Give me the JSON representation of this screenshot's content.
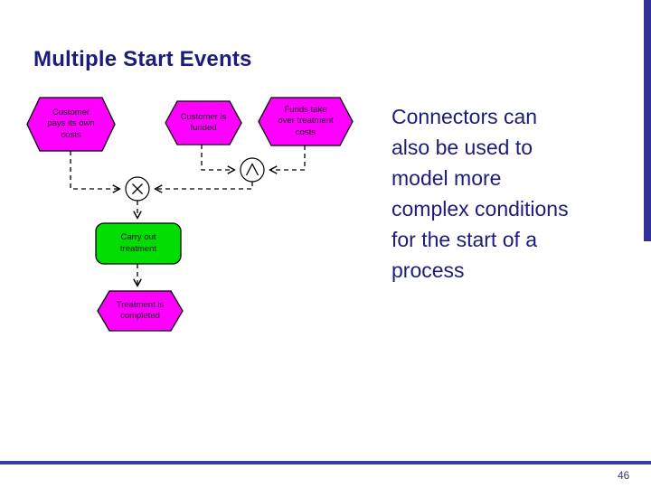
{
  "slide": {
    "title": "Multiple Start Events",
    "body_text": "Connectors can\nalso be used to\nmodel more\ncomplex conditions\nfor the start of a\nprocess",
    "page_number": "46"
  },
  "diagram": {
    "events": [
      {
        "id": "event-customer-pays",
        "label": "Customer\npays its own\ncosts"
      },
      {
        "id": "event-customer-funded",
        "label": "Customer is\nfunded"
      },
      {
        "id": "event-funds-take-over",
        "label": "Funds take\nover treatment\ncosts"
      },
      {
        "id": "event-treatment-completed",
        "label": "Treatment is\ncompleted"
      }
    ],
    "function": {
      "id": "function-carry-out-treatment",
      "label": "Carry out\ntreatment"
    },
    "connectors": [
      {
        "id": "connector-xor",
        "type": "XOR"
      },
      {
        "id": "connector-and",
        "type": "AND"
      }
    ],
    "colors": {
      "event_fill": "#ff00ff",
      "function_fill": "#00dd00",
      "shape_border": "#000000",
      "title_navy": "#1c1c7a",
      "line_blue": "#3b39a2"
    }
  }
}
